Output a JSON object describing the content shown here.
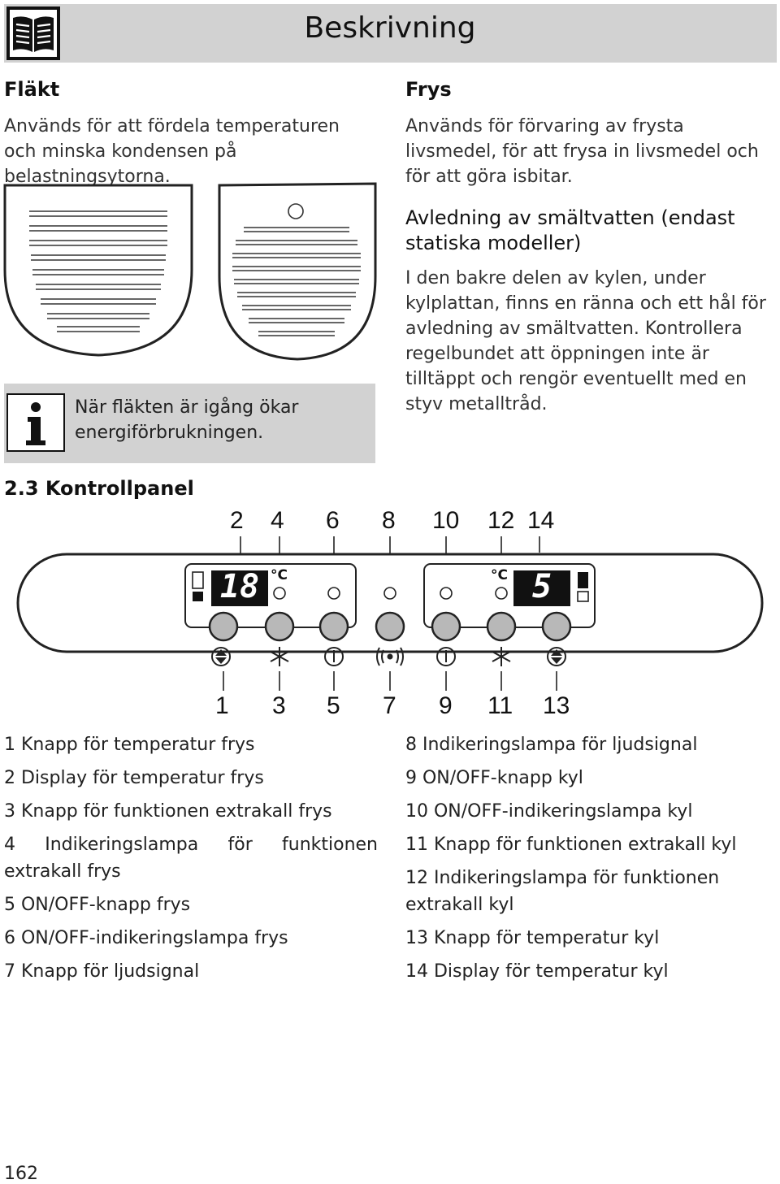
{
  "header": {
    "title": "Beskrivning"
  },
  "fan": {
    "heading": "Fläkt",
    "text": "Används för att fördela temperaturen och minska kondensen på belastningsytorna."
  },
  "freezer": {
    "heading": "Frys",
    "text": "Används för förvaring av frysta livsmedel, för att frysa in livsmedel och för att göra isbitar."
  },
  "drain": {
    "heading": "Avledning av smältvatten (endast statiska modeller)",
    "text": "I den bakre delen av kylen, under kylplattan, finns en ränna och ett hål för avledning av smältvatten. Kontrollera regelbundet att öppningen inte är tilltäppt och rengör eventuellt med en styv metalltråd."
  },
  "info": {
    "text": "När fläkten är igång ökar energiförbrukningen."
  },
  "control_panel": {
    "heading": "2.3 Kontrollpanel",
    "top_numbers": [
      "2",
      "4",
      "6",
      "8",
      "10",
      "12",
      "14"
    ],
    "bottom_numbers": [
      "1",
      "3",
      "5",
      "7",
      "9",
      "11",
      "13"
    ],
    "freezer_display": "18",
    "fridge_display": "5",
    "unit": "°C"
  },
  "legend_left": [
    "1 Knapp för temperatur frys",
    "2 Display för temperatur frys",
    "3 Knapp för funktionen extrakall frys",
    "4 Indikeringslampa för funktionen extrakall frys",
    "5 ON/OFF-knapp frys",
    "6 ON/OFF-indikeringslampa frys",
    "7 Knapp för ljudsignal"
  ],
  "legend_right": [
    "8 Indikeringslampa för ljudsignal",
    "9 ON/OFF-knapp kyl",
    "10 ON/OFF-indikeringslampa kyl",
    "11 Knapp för funktionen extrakall kyl",
    "12 Indikeringslampa för funktionen extrakall kyl",
    "13 Knapp för temperatur kyl",
    "14 Display för temperatur kyl"
  ],
  "page_number": "162"
}
